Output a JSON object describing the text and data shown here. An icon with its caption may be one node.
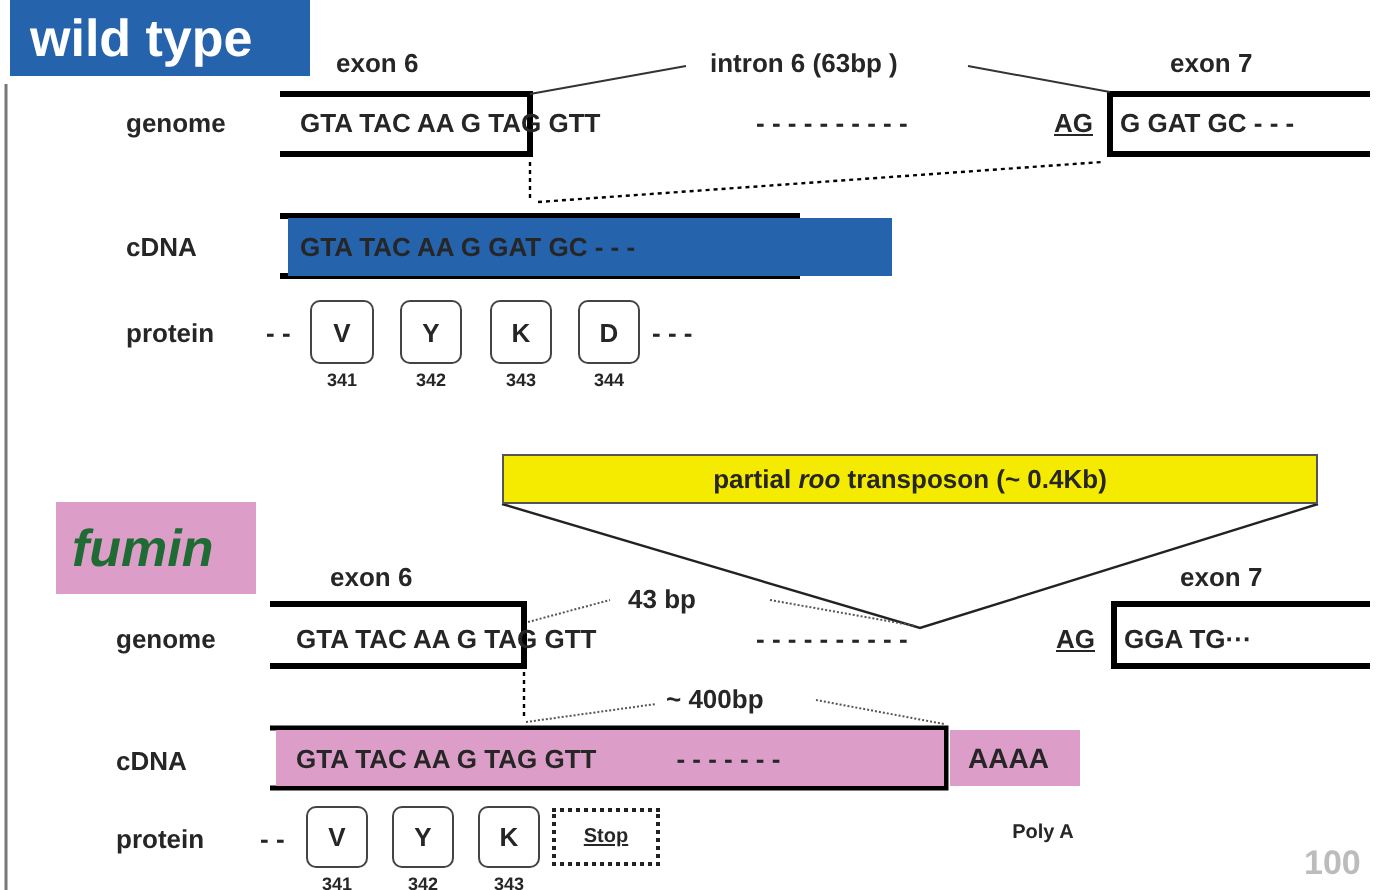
{
  "diagram": {
    "nodes": [
      {
        "text": [
          "wild type"
        ]
      },
      {
        "text": [
          "GTA TAC  AA G GAT GC - - -"
        ]
      },
      {
        "text": [
          "V"
        ],
        "beside": [
          "341"
        ]
      },
      {
        "text": [
          "Y"
        ],
        "beside": [
          "342"
        ]
      },
      {
        "text": [
          "K"
        ],
        "beside": [
          "343"
        ]
      },
      {
        "text": [
          "D"
        ],
        "beside": [
          "344"
        ]
      },
      {
        "text": [
          "partial *roo* transposon (~ 0.4Kb)"
        ]
      },
      {
        "text": [
          "fumin"
        ]
      },
      {
        "text": [
          "GTA TAC  AA G TAG GTT",
          "- - - - - - -"
        ]
      },
      {
        "text": [
          "AAAA"
        ],
        "beside": [
          "Poly A"
        ]
      },
      {
        "text": [
          "V"
        ],
        "beside": [
          "341"
        ]
      },
      {
        "text": [
          "Y"
        ],
        "beside": [
          "342"
        ]
      },
      {
        "text": [
          "K"
        ],
        "beside": [
          "343"
        ]
      },
      {
        "text": [
          "Stop"
        ]
      }
    ],
    "labels": [
      "exon 6",
      "intron 6  (63bp )",
      "exon 7",
      "genome",
      "GTA TAC  AA G TAG GTT",
      "- - - - - - - - - -",
      "AG",
      "G GAT GC - - -",
      "cDNA",
      "protein",
      "- -",
      "- - -",
      "exon 6",
      "43 bp",
      "exon 7",
      "genome",
      "GTA TAC  AA G TAG GTT",
      "- - - - - - - - - -",
      "AG",
      "GGA TG···",
      "~ 400bp",
      "cDNA",
      "protein",
      "- -",
      "100"
    ]
  }
}
